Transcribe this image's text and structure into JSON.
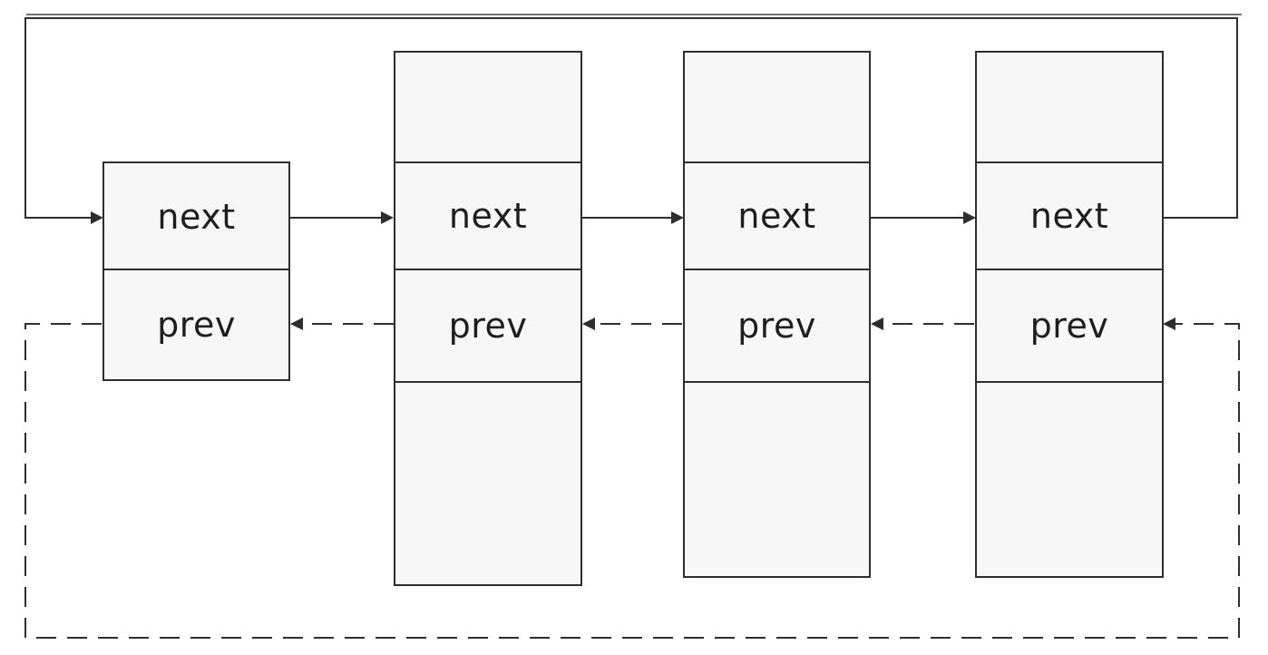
{
  "diagram": {
    "nodes": [
      {
        "next_label": "next",
        "prev_label": "prev"
      },
      {
        "next_label": "next",
        "prev_label": "prev"
      },
      {
        "next_label": "next",
        "prev_label": "prev"
      },
      {
        "next_label": "next",
        "prev_label": "prev"
      }
    ]
  }
}
